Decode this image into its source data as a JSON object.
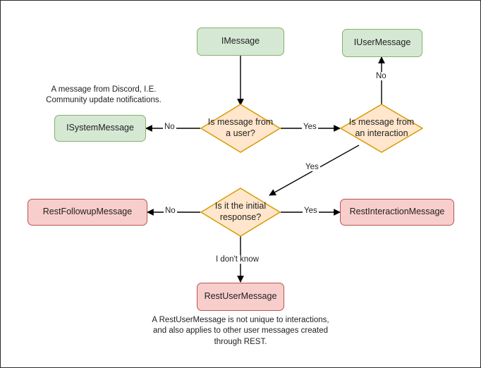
{
  "diagram": {
    "title": "Discord message type decision flowchart",
    "background": "#ffffff",
    "border_color": "#2b2b2b",
    "palette": {
      "green_fill": "#d5e8d4",
      "green_stroke": "#82b366",
      "red_fill": "#f8cecc",
      "red_stroke": "#b85450",
      "orange_fill": "#ffe6cc",
      "orange_stroke": "#d79b00",
      "edge_stroke": "#000000",
      "text": "#1f1f1f"
    },
    "nodes": {
      "imessage": "IMessage",
      "iusermessage": "IUserMessage",
      "isystemmessage": "ISystemMessage",
      "q_from_user": "Is message from a user?",
      "q_from_interaction": "Is message from an interaction",
      "q_initial_response": "Is it the initial response?",
      "restfollowupmessage": "RestFollowupMessage",
      "restinteractionmessage": "RestInteractionMessage",
      "restusermessage": "RestUserMessage"
    },
    "edge_labels": {
      "user_no": "No",
      "user_yes": "Yes",
      "interaction_no": "No",
      "interaction_yes": "Yes",
      "initial_no": "No",
      "initial_yes": "Yes",
      "dont_know": "I don't know"
    },
    "captions": {
      "system_message_note": "A message from Discord, I.E.\nCommunity update notifications.",
      "rest_user_message_note": "A RestUserMessage is not unique to interactions,\nand also applies to other user messages created\nthrough REST."
    }
  }
}
